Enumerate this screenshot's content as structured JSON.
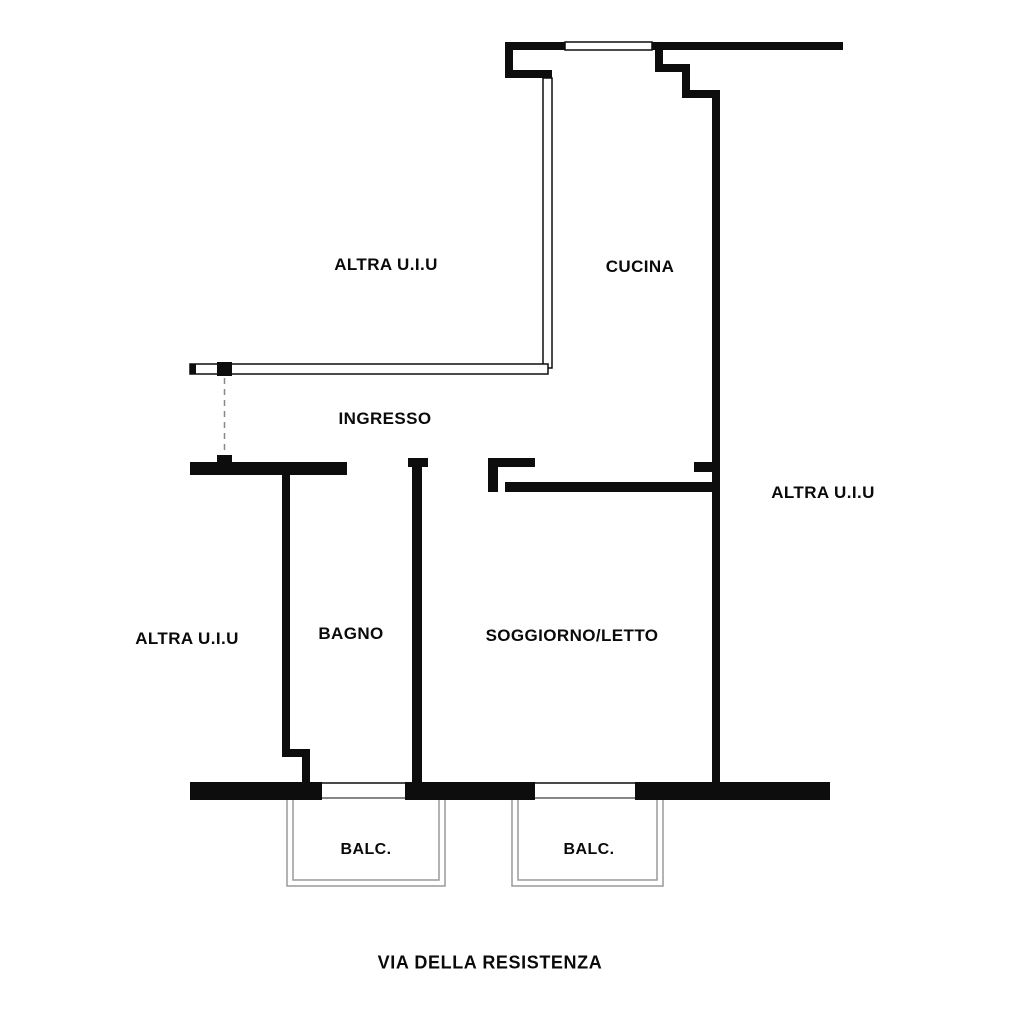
{
  "drawing": {
    "type": "apartment-floor-plan",
    "labels": {
      "altra_top": "ALTRA U.I.U",
      "cucina": "CUCINA",
      "ingresso": "INGRESSO",
      "altra_right": "ALTRA U.I.U",
      "altra_left": "ALTRA U.I.U",
      "bagno": "BAGNO",
      "soggiorno": "SOGGIORNO/LETTO",
      "balc_left": "BALC.",
      "balc_right": "BALC.",
      "street": "VIA DELLA RESISTENZA"
    },
    "colors": {
      "wall": "#0d0d0d",
      "balcony_line": "#9a9a9a",
      "dashed_opening": "#888888",
      "background": "#ffffff"
    }
  }
}
